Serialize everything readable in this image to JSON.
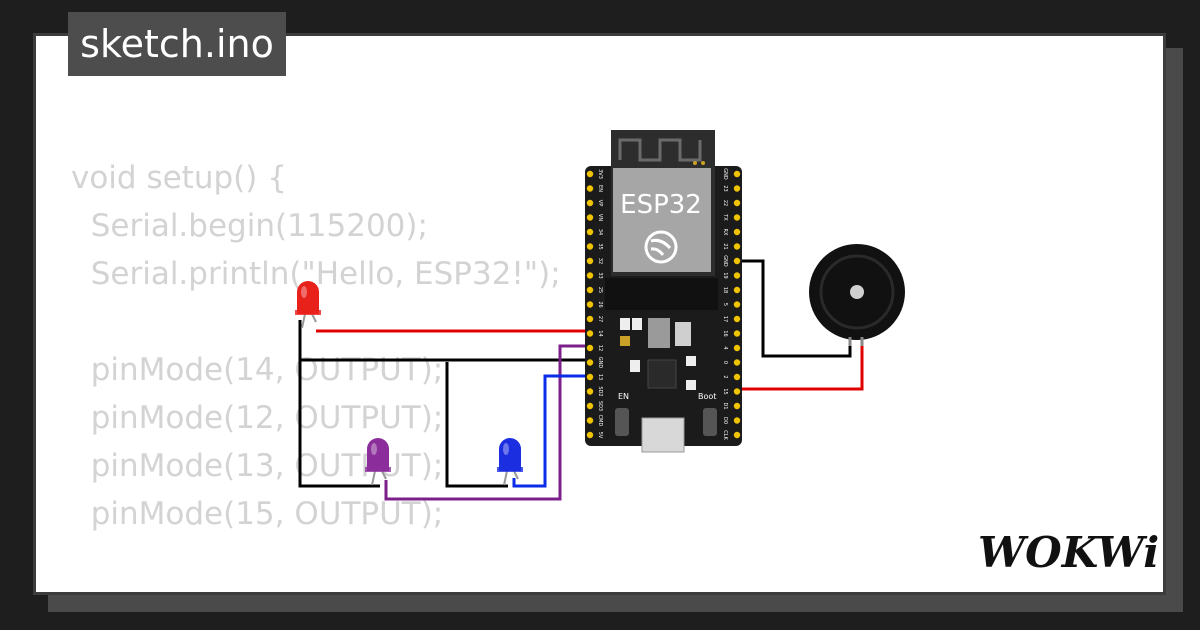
{
  "file_tab": {
    "name": "sketch.ino"
  },
  "code_lines": [
    "void setup() {",
    "  Serial.begin(115200);",
    "  Serial.println(\"Hello, ESP32!\");",
    "",
    "  pinMode(14, OUTPUT);",
    "  pinMode(12, OUTPUT);",
    "  pinMode(13, OUTPUT);",
    "  pinMode(15, OUTPUT);",
    "",
    "}"
  ],
  "board": {
    "label": "ESP32",
    "en_label": "EN",
    "boot_label": "Boot",
    "left_pins": [
      "3V3",
      "EN",
      "VP",
      "VN",
      "34",
      "35",
      "32",
      "33",
      "25",
      "26",
      "27",
      "14",
      "12",
      "GND",
      "13",
      "SD2",
      "SD3",
      "CMD",
      "5V"
    ],
    "right_pins": [
      "GND",
      "23",
      "22",
      "TX",
      "RX",
      "21",
      "GND",
      "19",
      "18",
      "5",
      "17",
      "16",
      "4",
      "0",
      "2",
      "15",
      "D1",
      "D0",
      "CLK"
    ]
  },
  "leds": [
    {
      "color_name": "red",
      "color": "#e8211b"
    },
    {
      "color_name": "purple",
      "color": "#8b2e9b"
    },
    {
      "color_name": "blue",
      "color": "#1c2fe0"
    }
  ],
  "buzzer": {
    "type": "piezo-buzzer"
  },
  "wires": {
    "signal": "#e00000",
    "ground": "#000000",
    "purple": "#7b1f8a",
    "blue": "#0a2ce8"
  },
  "brand": {
    "logo": "WOKWi"
  }
}
